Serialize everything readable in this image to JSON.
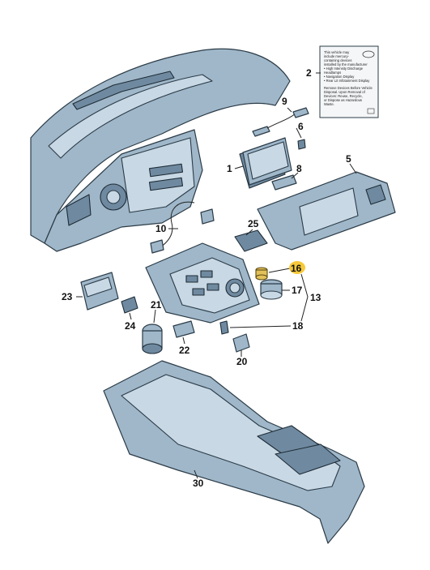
{
  "callouts": [
    {
      "id": "1",
      "label": "1"
    },
    {
      "id": "2",
      "label": "2"
    },
    {
      "id": "5",
      "label": "5"
    },
    {
      "id": "6",
      "label": "6"
    },
    {
      "id": "8",
      "label": "8"
    },
    {
      "id": "9",
      "label": "9"
    },
    {
      "id": "10",
      "label": "10"
    },
    {
      "id": "13",
      "label": "13"
    },
    {
      "id": "16",
      "label": "16"
    },
    {
      "id": "17",
      "label": "17"
    },
    {
      "id": "18",
      "label": "18"
    },
    {
      "id": "20",
      "label": "20"
    },
    {
      "id": "21",
      "label": "21"
    },
    {
      "id": "22",
      "label": "22"
    },
    {
      "id": "23",
      "label": "23"
    },
    {
      "id": "24",
      "label": "24"
    },
    {
      "id": "25",
      "label": "25"
    },
    {
      "id": "30",
      "label": "30"
    }
  ],
  "highlighted_part": "16",
  "warning_label": {
    "lines": [
      "This vehicle may",
      "include mercury-",
      "containing devices",
      "installed by the manufacturer",
      "• High Intensity Discharge",
      "  Headlamps",
      "• Navigation Display",
      "• Rear Lit Infotainment Display",
      "Remove Devices Before Vehicle",
      "Disposal. Upon Removal of",
      "Devices: Reuse, Recycle,",
      "or Dispose as Hazardous",
      "Waste."
    ]
  },
  "colors": {
    "part_fill": "#9fb7c9",
    "highlight": "#f7c93a"
  }
}
